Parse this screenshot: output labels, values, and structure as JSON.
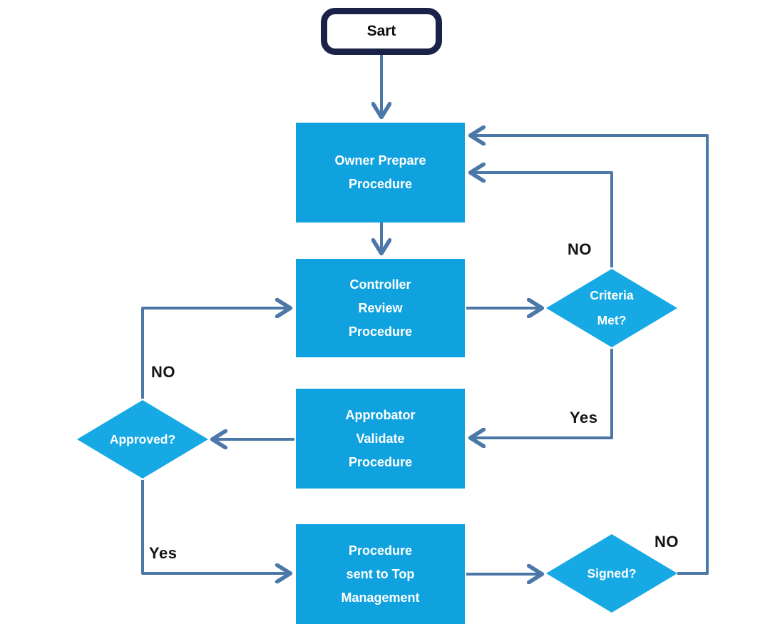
{
  "diagram": {
    "type": "flowchart",
    "background": "#ffffff",
    "colors": {
      "process_fill": "#10A2DF",
      "decision_fill": "#16A9E4",
      "node_text": "#FFFFFF",
      "connector": "#4C78A8",
      "terminator_border": "#1A2347",
      "label_text": "#141414"
    },
    "nodes": {
      "start": {
        "type": "terminator",
        "label": "Sart"
      },
      "owner": {
        "type": "process",
        "label": "Owner Prepare\nProcedure"
      },
      "controller": {
        "type": "process",
        "label": "Controller\nReview\nProcedure"
      },
      "criteria": {
        "type": "decision",
        "label": "Criteria\nMet?"
      },
      "approbator": {
        "type": "process",
        "label": "Approbator\nValidate\nProcedure"
      },
      "approved": {
        "type": "decision",
        "label": "Approved?"
      },
      "sent": {
        "type": "process",
        "label": "Procedure\nsent to Top\nManagement"
      },
      "signed": {
        "type": "decision",
        "label": "Signed?"
      }
    },
    "edges": [
      {
        "from": "start",
        "to": "owner",
        "label": ""
      },
      {
        "from": "owner",
        "to": "controller",
        "label": ""
      },
      {
        "from": "controller",
        "to": "criteria",
        "label": ""
      },
      {
        "from": "criteria",
        "to": "owner",
        "label": "NO"
      },
      {
        "from": "criteria",
        "to": "approbator",
        "label": "Yes"
      },
      {
        "from": "approbator",
        "to": "approved",
        "label": ""
      },
      {
        "from": "approved",
        "to": "controller",
        "label": "NO"
      },
      {
        "from": "approved",
        "to": "sent",
        "label": "Yes"
      },
      {
        "from": "sent",
        "to": "signed",
        "label": ""
      },
      {
        "from": "signed",
        "to": "owner",
        "label": "NO"
      }
    ]
  }
}
